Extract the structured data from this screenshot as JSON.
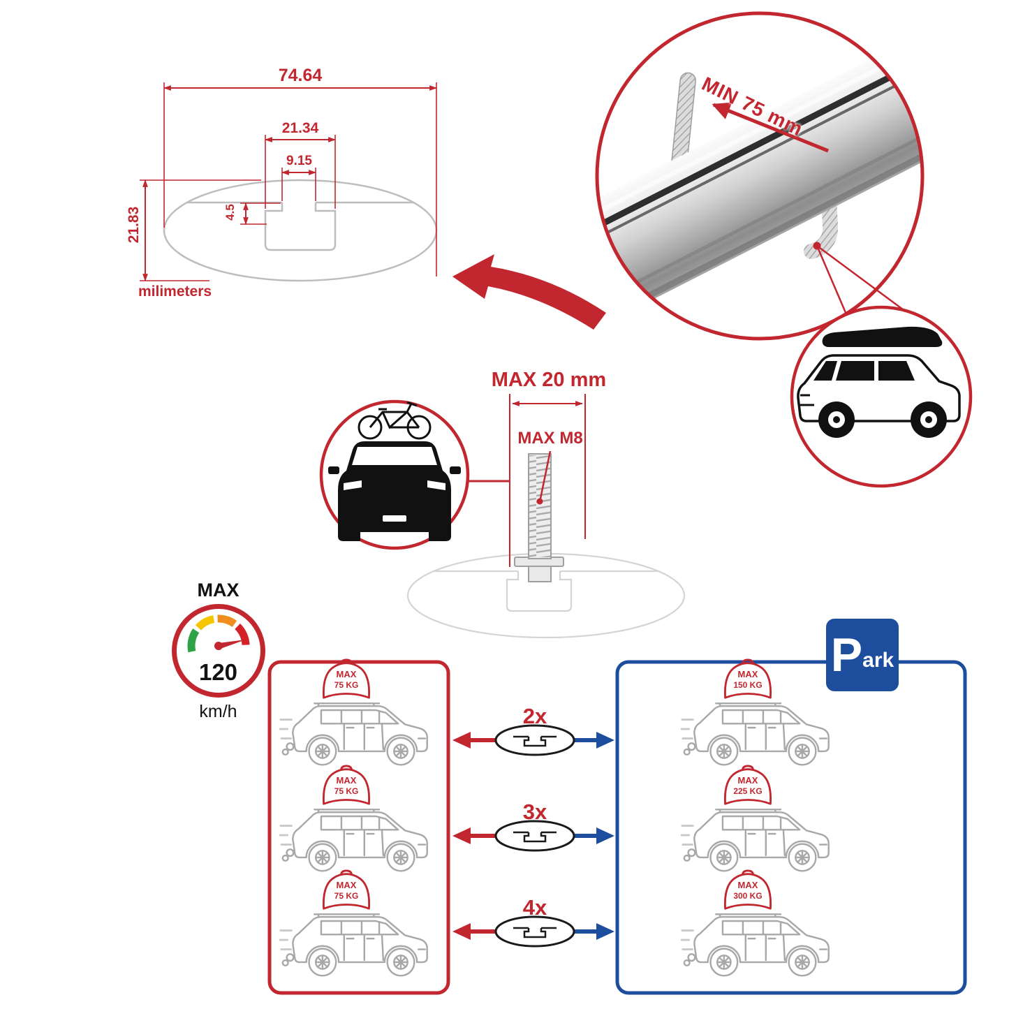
{
  "dimension_diagram": {
    "total_width": "74.64",
    "slot_outer_width": "21.34",
    "slot_inner_width": "9.15",
    "slot_depth": "4.5",
    "total_height": "21.83",
    "units": "milimeters"
  },
  "bar_callout": {
    "min_spacing": "MIN 75 mm"
  },
  "bolt_callout": {
    "max_length": "MAX 20 mm",
    "max_thread": "MAX M8"
  },
  "speed_gauge": {
    "title": "MAX",
    "value": "120",
    "unit": "km/h"
  },
  "load_rows": [
    {
      "multiplier": "2x",
      "per_bar_title": "MAX",
      "per_bar": "75 KG",
      "total_title": "MAX",
      "total": "150 KG"
    },
    {
      "multiplier": "3x",
      "per_bar_title": "MAX",
      "per_bar": "75 KG",
      "total_title": "MAX",
      "total": "225 KG"
    },
    {
      "multiplier": "4x",
      "per_bar_title": "MAX",
      "per_bar": "75 KG",
      "total_title": "MAX",
      "total": "300 KG"
    }
  ],
  "park_sign": {
    "initial": "P",
    "rest": "ark"
  },
  "colors": {
    "accent_red": "#C2262E",
    "accent_blue": "#1D4E9E",
    "line_gray": "#BDBDBD"
  }
}
